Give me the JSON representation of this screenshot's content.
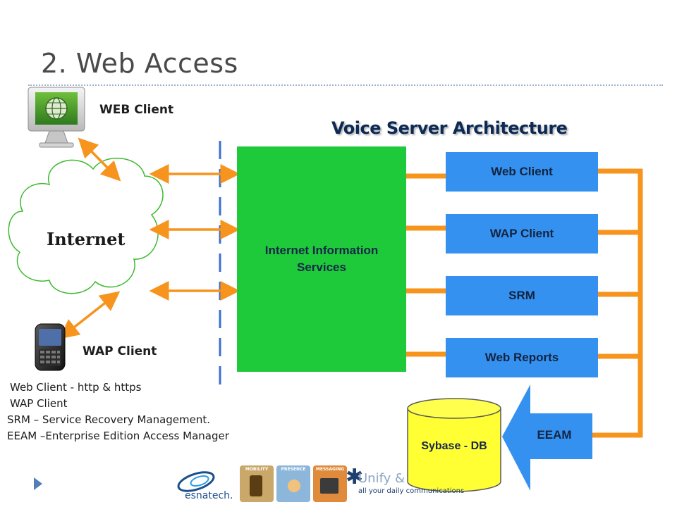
{
  "slide": {
    "title": "2. Web Access"
  },
  "clients": {
    "web_label": "WEB Client",
    "wap_label": "WAP Client"
  },
  "cloud": {
    "label": "Internet"
  },
  "architecture": {
    "title": "Voice Server Architecture",
    "iis_label": "Internet Information Services",
    "services": [
      "Web Client",
      "WAP Client",
      "SRM",
      "Web Reports"
    ],
    "eeam_label": "EEAM",
    "db_label": "Sybase - DB"
  },
  "notes": [
    " Web Client - http & https",
    " WAP Client",
    "SRM – Service Recovery Management.",
    "EEAM –Enterprise  Edition Access Manager"
  ],
  "footer": {
    "brand": "esnatech.",
    "tiles": [
      "MOBILITY",
      "PRESENCE",
      "MESSAGING"
    ],
    "tagline": "Unify &",
    "subtagline": "all your daily communications"
  },
  "colors": {
    "iis_green": "#1ec93a",
    "service_blue": "#3591ef",
    "connector_orange": "#f7941d",
    "divider_blue": "#3b6fd4"
  }
}
